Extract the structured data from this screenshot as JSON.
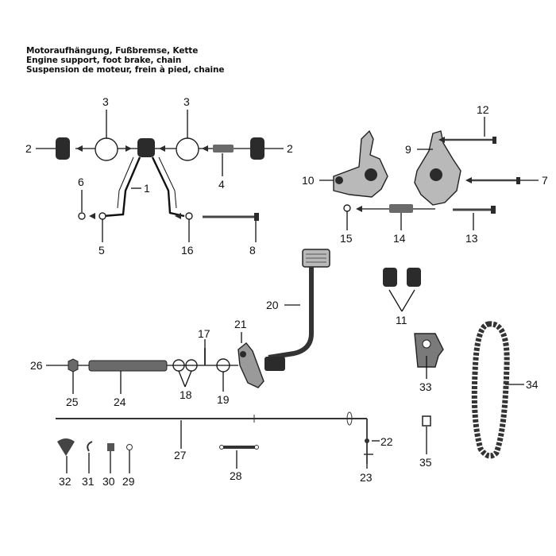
{
  "titles": {
    "de": "Motoraufhängung, Fußbremse, Kette",
    "en": "Engine support, foot brake, chain",
    "fr": "Suspension de moteur, frein à pied, chaine"
  },
  "callouts": [
    "1",
    "2",
    "2",
    "3",
    "3",
    "4",
    "5",
    "6",
    "7",
    "8",
    "9",
    "10",
    "11",
    "12",
    "13",
    "14",
    "15",
    "16",
    "17",
    "18",
    "19",
    "20",
    "21",
    "22",
    "23",
    "24",
    "25",
    "26",
    "27",
    "28",
    "29",
    "30",
    "31",
    "32",
    "33",
    "34",
    "35"
  ]
}
